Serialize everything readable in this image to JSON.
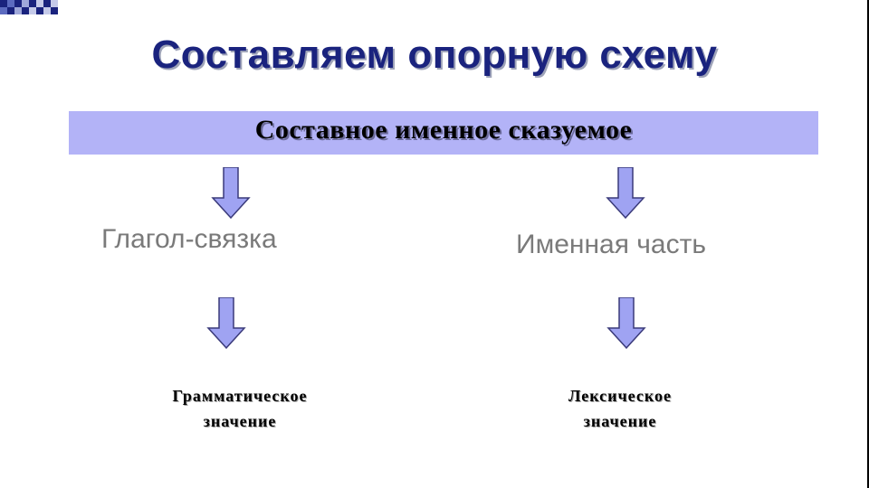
{
  "title": "Составляем опорную схему",
  "band": {
    "text": "Составное именное сказуемое",
    "color": "#b3b3f7"
  },
  "arrow_fill": "#9fa3f2",
  "left_column": {
    "label": "Глагол-связка",
    "sub_line1": "Грамматическое",
    "sub_line2": "значение"
  },
  "right_column": {
    "label": "Именная часть",
    "sub_line1": "Лексическое",
    "sub_line2": "значение"
  },
  "corner_colors": [
    "#1a237e",
    "#5c6bc0",
    "#9fa8da",
    "#c5cae9"
  ]
}
